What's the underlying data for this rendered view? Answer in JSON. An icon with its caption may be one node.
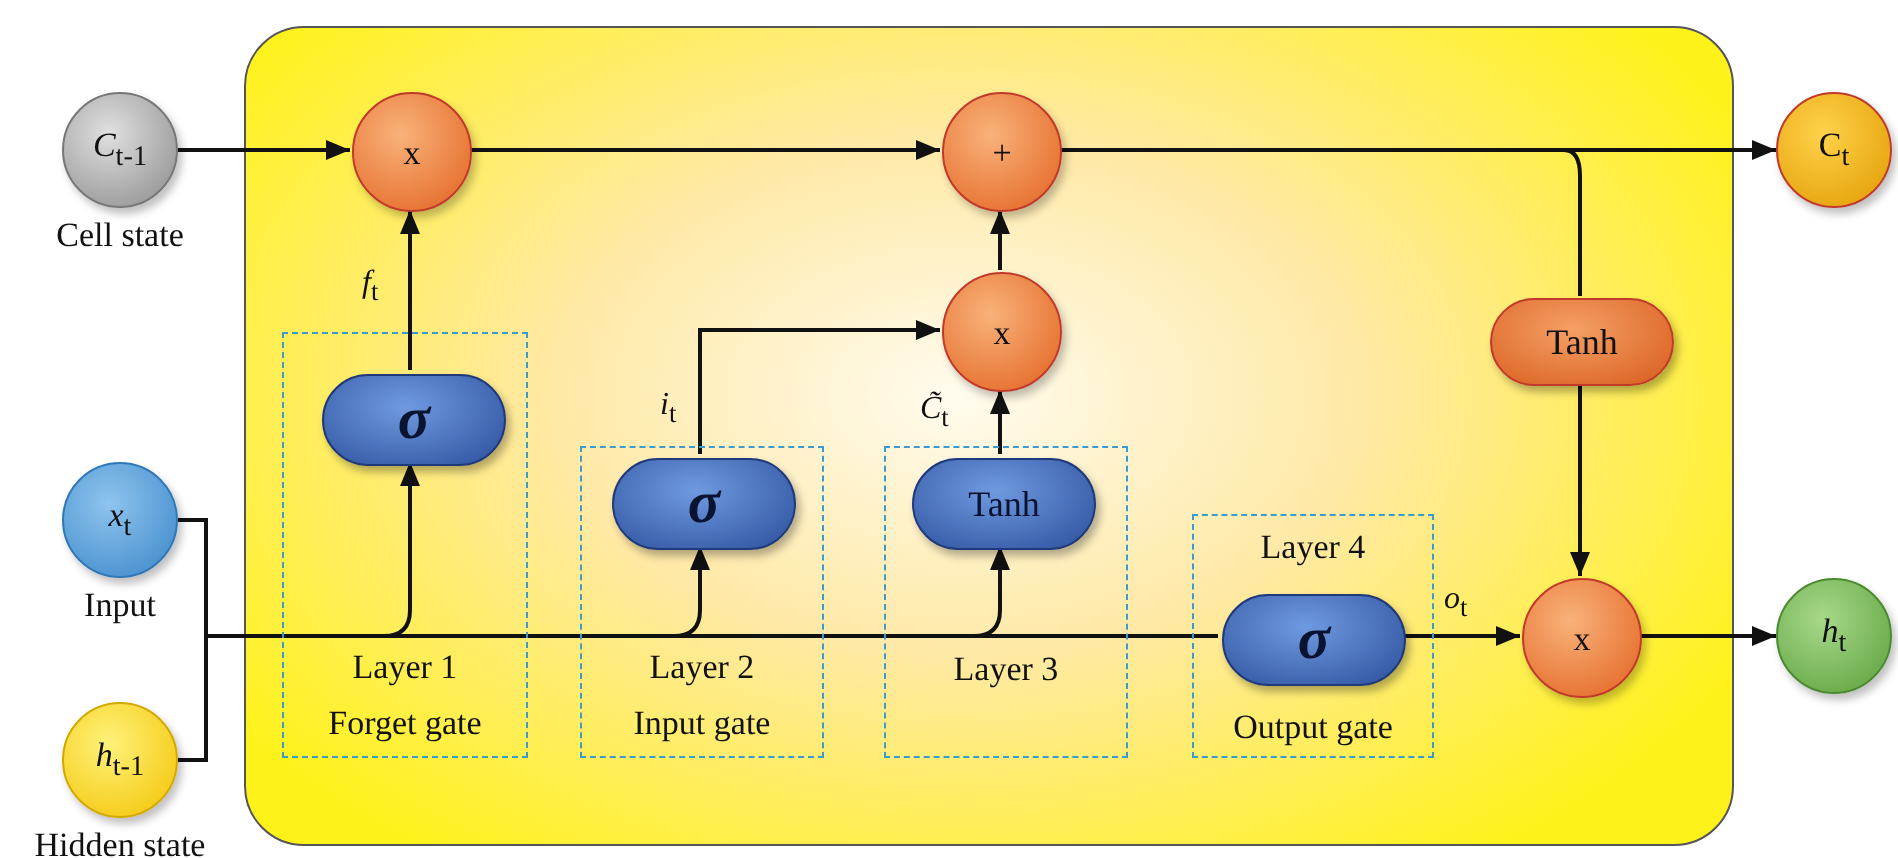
{
  "diagram": {
    "nodes": [
      {
        "text": [],
        "shape": "box"
      },
      {
        "text": [
          "*C*$_{t-1}$"
        ],
        "beside": [
          "Cell state"
        ]
      },
      {
        "text": [
          "*x*$_{t}$"
        ],
        "beside": [
          "Input"
        ]
      },
      {
        "text": [
          "*h*$_{t-1}$"
        ],
        "beside": [
          "Hidden state"
        ]
      },
      {
        "text": [
          "Layer 1",
          "Forget gate"
        ],
        "in": 0
      },
      {
        "text": [
          "Layer 2",
          "Input gate"
        ],
        "in": 0
      },
      {
        "text": [
          "Layer 3"
        ],
        "in": 0
      },
      {
        "text": [
          "Layer 4",
          "Output gate"
        ],
        "in": 0
      },
      {
        "text": [
          "σ"
        ],
        "in": 4
      },
      {
        "text": [
          "σ"
        ],
        "in": 5
      },
      {
        "text": [
          "Tanh"
        ],
        "in": 6
      },
      {
        "text": [
          "σ"
        ],
        "in": 7
      },
      {
        "text": [
          "x"
        ],
        "in": 0
      },
      {
        "text": [
          "+"
        ],
        "in": 0
      },
      {
        "text": [
          "x"
        ],
        "in": 0
      },
      {
        "text": [
          "Tanh"
        ],
        "in": 0
      },
      {
        "text": [
          "x"
        ],
        "in": 0
      },
      {
        "text": [
          "C$_{t}$"
        ]
      },
      {
        "text": [
          "*h*$_{t}$"
        ]
      }
    ],
    "edges": [
      {
        "from": 1,
        "to": 12,
        "arrow": "to"
      },
      {
        "from": 12,
        "to": 13,
        "arrow": "to"
      },
      {
        "from": 13,
        "to": 17,
        "arrow": "to"
      },
      {
        "from": 13,
        "to": 15,
        "arrow": "none"
      },
      {
        "from": 15,
        "to": 16,
        "arrow": "to"
      },
      {
        "from": 8,
        "to": 12,
        "arrow": "to",
        "label": "*f*$_{t}$"
      },
      {
        "from": 9,
        "to": 14,
        "arrow": "to",
        "label": "*i*$_{t}$"
      },
      {
        "from": 10,
        "to": 14,
        "arrow": "to",
        "label": "*C̃*$_{t}$"
      },
      {
        "from": 14,
        "to": 13,
        "arrow": "to"
      },
      {
        "from": 11,
        "to": 16,
        "arrow": "to",
        "label": "*o*$_{t}$"
      },
      {
        "from": 16,
        "to": 18,
        "arrow": "to"
      },
      {
        "from": 2,
        "to": 8,
        "arrow": "to"
      },
      {
        "from": 2,
        "to": 9,
        "arrow": "to"
      },
      {
        "from": 2,
        "to": 10,
        "arrow": "to"
      },
      {
        "from": 2,
        "to": 11,
        "arrow": "none"
      },
      {
        "from": 3,
        "to": 8,
        "arrow": "to"
      },
      {
        "from": 3,
        "to": 9,
        "arrow": "to"
      },
      {
        "from": 3,
        "to": 10,
        "arrow": "to"
      },
      {
        "from": 3,
        "to": 11,
        "arrow": "none"
      }
    ]
  }
}
